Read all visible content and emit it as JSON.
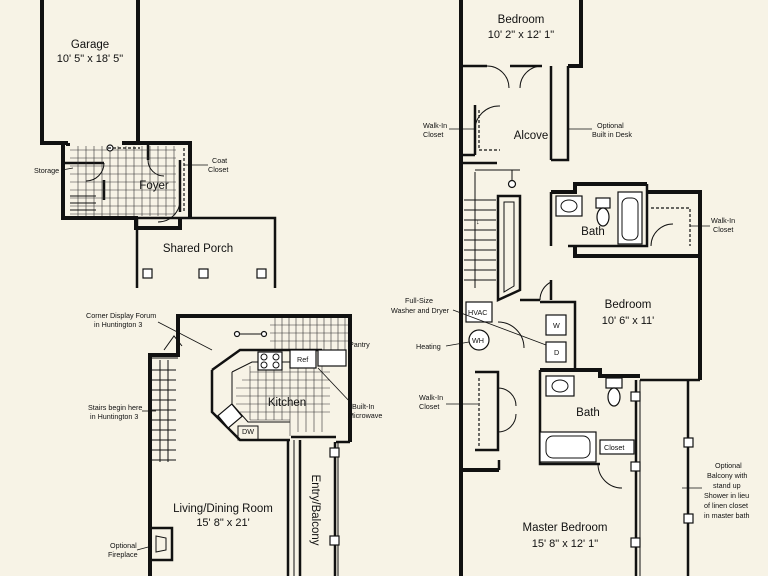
{
  "rooms": {
    "garage": {
      "name": "Garage",
      "dim": "10' 5\" x 18' 5\""
    },
    "foyer": {
      "name": "Foyer"
    },
    "shared_porch": {
      "name": "Shared Porch"
    },
    "kitchen": {
      "name": "Kitchen"
    },
    "living": {
      "name": "Living/Dining Room",
      "dim": "15' 8\" x 21'"
    },
    "bedroom_top": {
      "name": "Bedroom",
      "dim": "10' 2\" x 12' 1\""
    },
    "alcove": {
      "name": "Alcove"
    },
    "bath_top": {
      "name": "Bath"
    },
    "bedroom_mid": {
      "name": "Bedroom",
      "dim": "10' 6\" x 11'"
    },
    "bath_bottom": {
      "name": "Bath"
    },
    "master": {
      "name": "Master Bedroom",
      "dim": "15' 8\" x 12' 1\""
    }
  },
  "labels": {
    "storage": "Storage",
    "coat_closet": [
      "Coat",
      "Closet"
    ],
    "corner_display": [
      "Corner Display Forum",
      "in Huntington 3"
    ],
    "stairs_begin": [
      "Stairs begin here",
      "in Huntington 3"
    ],
    "pantry": "Pantry",
    "ref": "Ref",
    "built_in_microwave": [
      "Built-In",
      "Microwave"
    ],
    "dw": "DW",
    "optional_fireplace": [
      "Optional",
      "Fireplace"
    ],
    "entry_balcony": "Entry/Balcony",
    "walk_in_closet_top": [
      "Walk-In",
      "Closet"
    ],
    "optional_desk": [
      "Optional",
      "Built in Desk"
    ],
    "walk_in_closet_right": [
      "Walk-In",
      "Closet"
    ],
    "washer_dryer": [
      "Full-Size",
      "Washer and Dryer"
    ],
    "hvac": "HVAC",
    "heating": "Heating",
    "wh": "WH",
    "w": "W",
    "d": "D",
    "walk_in_closet_bottom": [
      "Walk-In",
      "Closet"
    ],
    "closet": "Closet",
    "optional_balcony": [
      "Optional",
      "Balcony with",
      "stand up",
      "Shower in lieu",
      "of linen closet",
      "in master bath"
    ]
  }
}
